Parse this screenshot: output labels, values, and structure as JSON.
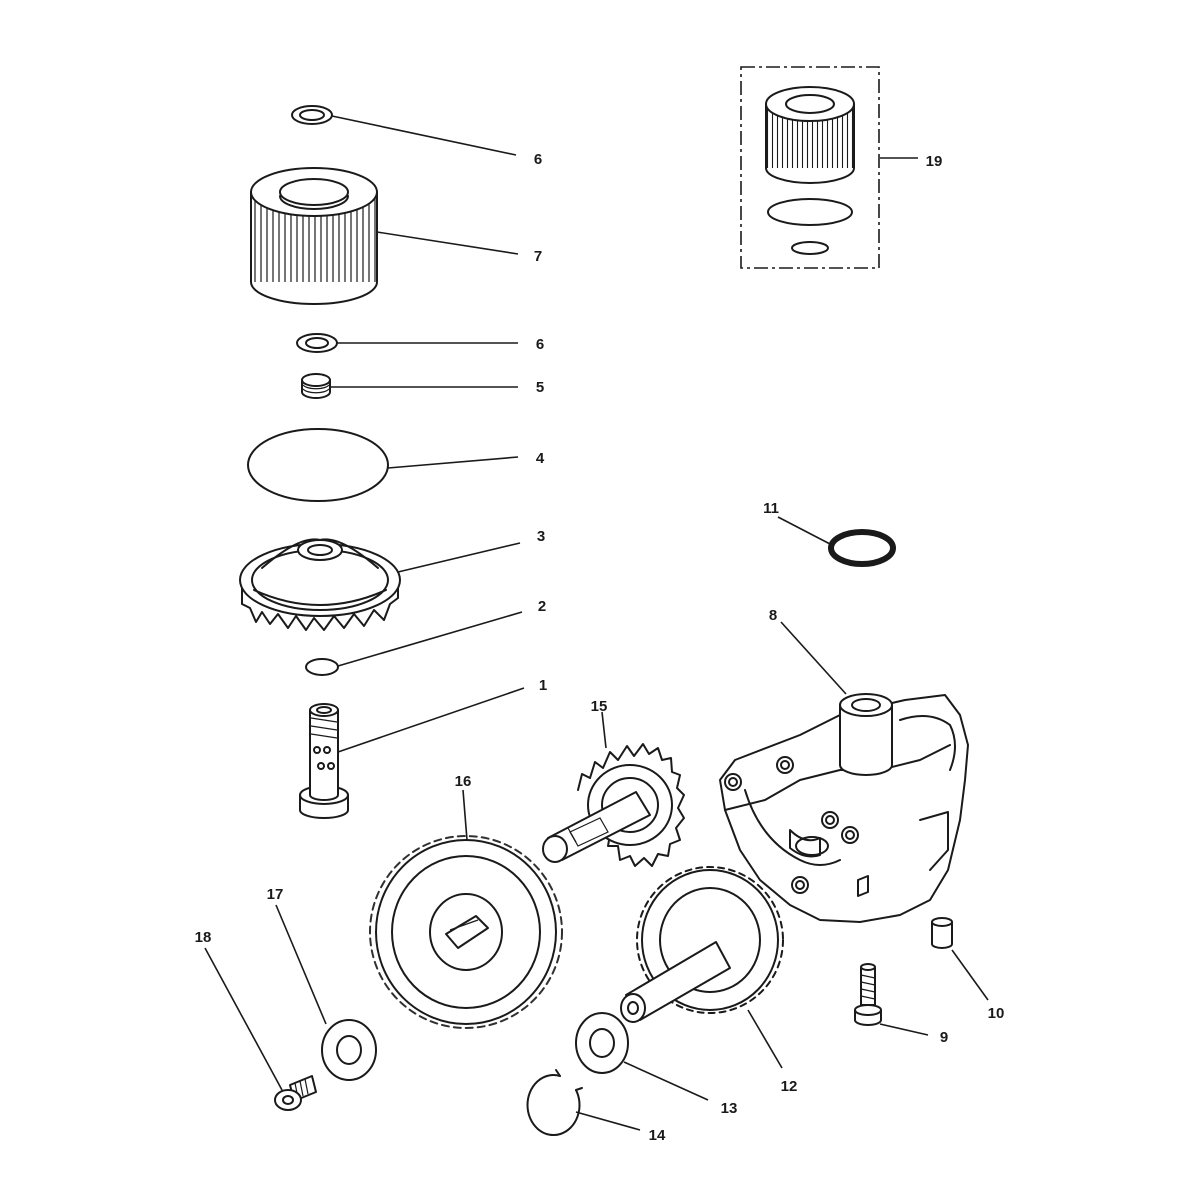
{
  "callouts": {
    "c1": "1",
    "c2": "2",
    "c3": "3",
    "c4": "4",
    "c5": "5",
    "c6a": "6",
    "c6b": "6",
    "c7": "7",
    "c8": "8",
    "c9": "9",
    "c10": "10",
    "c11": "11",
    "c12": "12",
    "c13": "13",
    "c14": "14",
    "c15": "15",
    "c16": "16",
    "c17": "17",
    "c18": "18",
    "c19": "19"
  }
}
